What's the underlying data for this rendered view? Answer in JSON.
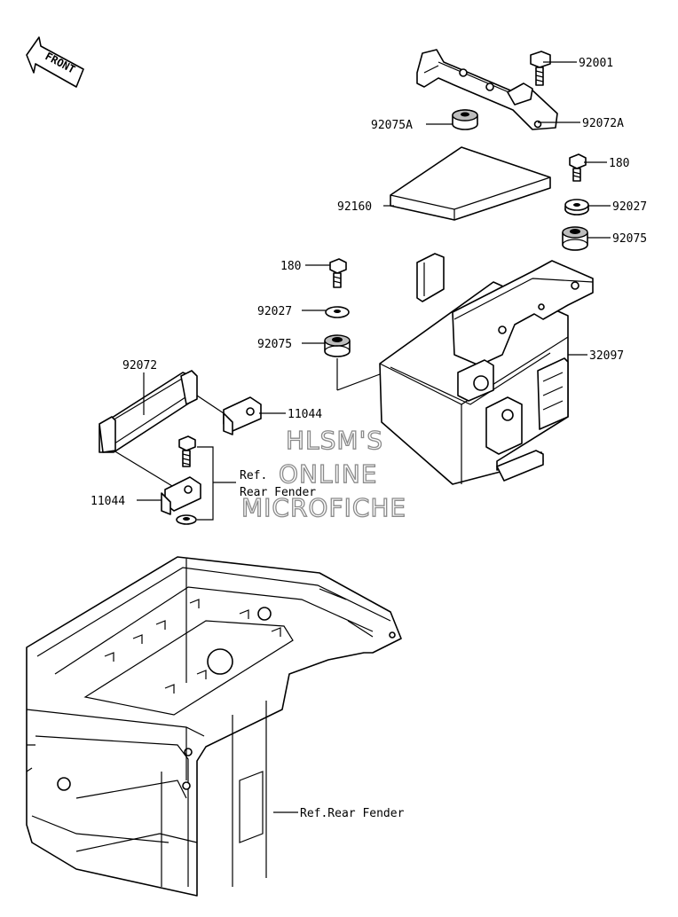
{
  "front_arrow": {
    "label": "FRONT"
  },
  "parts": {
    "p92001": "92001",
    "p92072A": "92072A",
    "p92075A": "92075A",
    "p180_right": "180",
    "p92160": "92160",
    "p92027_right": "92027",
    "p92075_right": "92075",
    "p180_left": "180",
    "p92027_left": "92027",
    "p92075_left": "92075",
    "p32097": "32097",
    "p92072": "92072",
    "p11044_top": "11044",
    "p11044_bottom": "11044"
  },
  "refs": {
    "ref_line1": "Ref.",
    "ref_line2": "Rear Fender",
    "ref_bottom": "Ref.Rear Fender"
  },
  "watermark": {
    "line1": "HLSM'S",
    "line2": "ONLINE",
    "line3": "MICROFICHE"
  }
}
